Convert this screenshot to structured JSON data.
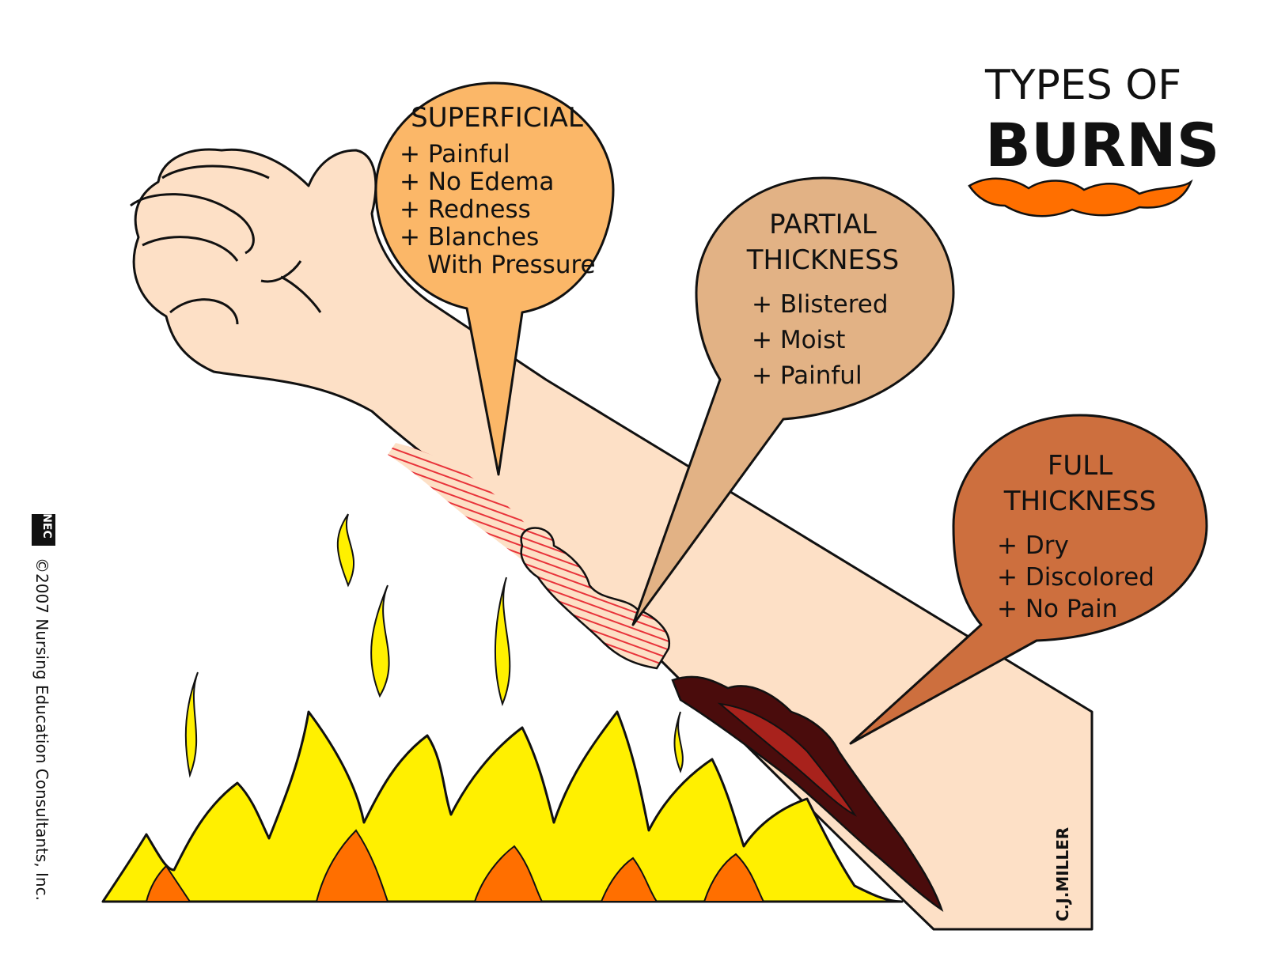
{
  "header": {
    "line1": "TYPES OF",
    "line2": "BURNS"
  },
  "bubbles": {
    "superficial": {
      "title": [
        "SUPERFICIAL"
      ],
      "items": [
        "+ Painful",
        "+ No Edema",
        "+ Redness",
        "+ Blanches",
        "With Pressure"
      ]
    },
    "partial": {
      "title": [
        "PARTIAL",
        "THICKNESS"
      ],
      "items": [
        "+ Blistered",
        "+ Moist",
        "+ Painful"
      ]
    },
    "full": {
      "title": [
        "FULL",
        "THICKNESS"
      ],
      "items": [
        "+ Dry",
        "+ Discolored",
        "+ No Pain"
      ]
    }
  },
  "copyright": "©2007 Nursing Education Consultants, Inc.",
  "logo_text": "NEC",
  "signature": "C.J.MILLER",
  "colors": {
    "skin": "#fde0c6",
    "superficial_bubble": "#fbb768",
    "partial_bubble": "#e2b285",
    "full_bubble": "#cd6f3e",
    "flame_yellow": "#fff000",
    "flame_orange": "#ff6f00",
    "char_dark": "#4a0c0c",
    "char_red": "#a8221c",
    "hatch_red": "#e8333a"
  }
}
